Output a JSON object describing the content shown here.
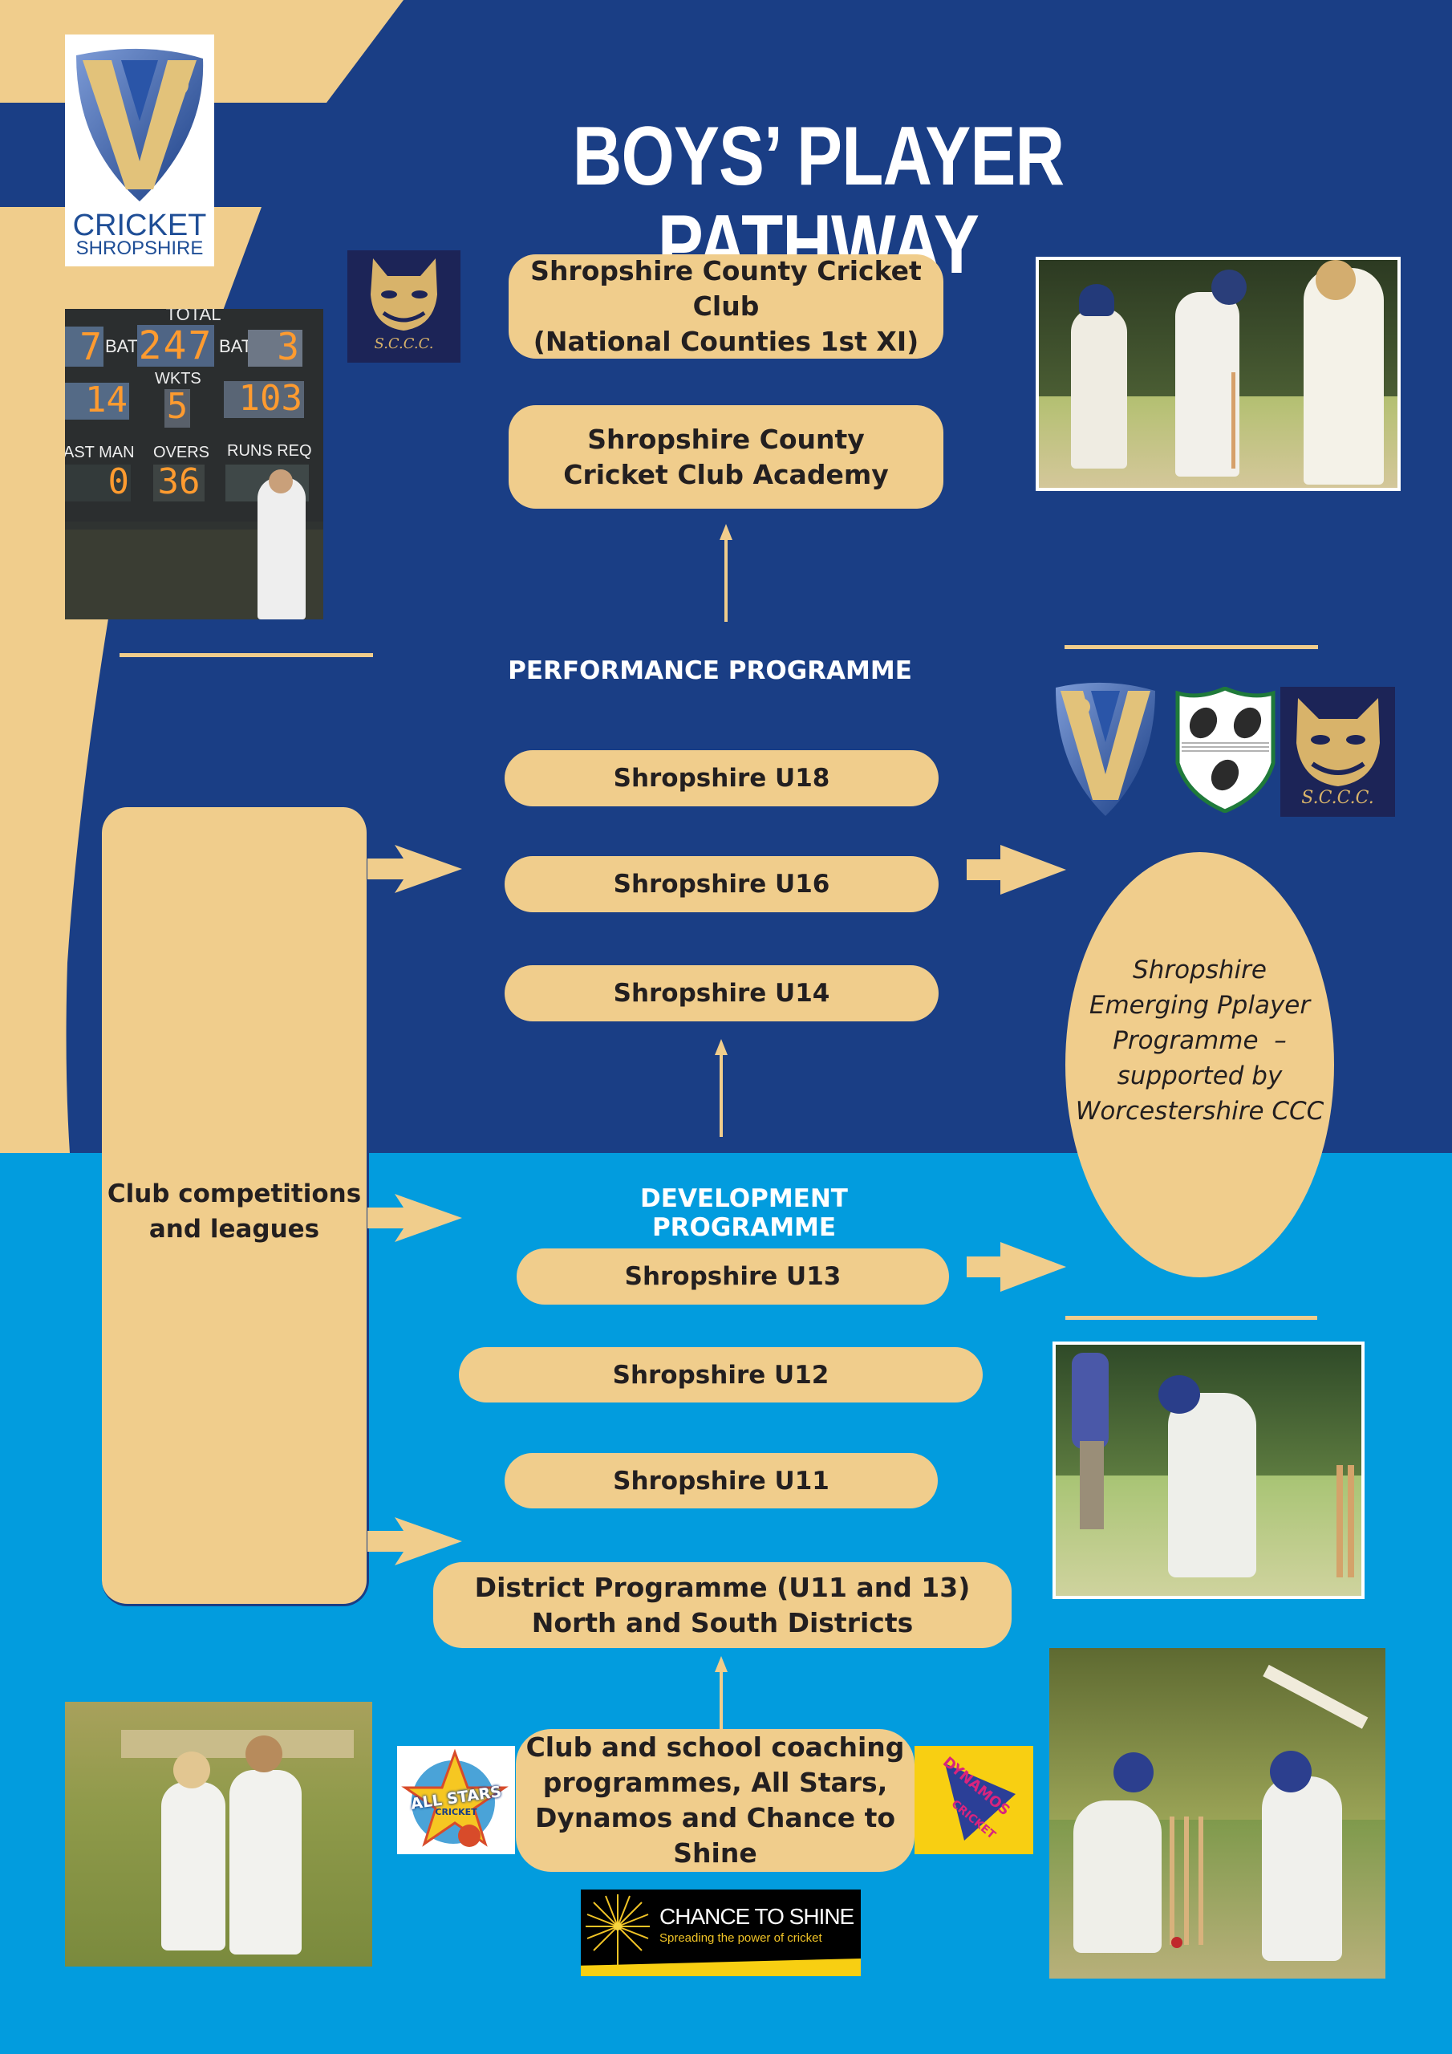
{
  "colors": {
    "dark_blue": "#1a3e85",
    "light_blue": "#029cde",
    "beige": "#f0cd8c",
    "text_dark": "#231f20",
    "white": "#ffffff",
    "navy_logo": "#1c2457"
  },
  "header": {
    "title": "BOYS’ PLAYER PATHWAY",
    "logo": {
      "icon": "cricket-shropshire-shield-icon",
      "line1": "CRICKET",
      "line2": "SHROPSHIRE"
    },
    "sccc_logo": {
      "icon": "sccc-leopard-icon",
      "text": "S.C.C.C."
    }
  },
  "performance": {
    "top_boxes": [
      {
        "line1": "Shropshire County Cricket Club",
        "line2": "(National Counties 1st XI)"
      },
      {
        "line1": "Shropshire County",
        "line2": "Cricket Club Academy"
      }
    ],
    "heading": "PERFORMANCE PROGRAMME",
    "levels": [
      {
        "label": "Shropshire U18"
      },
      {
        "label": "Shropshire U16"
      },
      {
        "label": "Shropshire U14"
      }
    ]
  },
  "development": {
    "heading": "DEVELOPMENT PROGRAMME",
    "levels": [
      {
        "label": "Shropshire U13"
      },
      {
        "label": "Shropshire U12"
      },
      {
        "label": "Shropshire U11"
      }
    ],
    "district": {
      "line1": "District Programme (U11 and 13)",
      "line2": "North and South Districts"
    },
    "coaching": {
      "line1": "Club and school coaching",
      "line2": "programmes, All Stars,",
      "line3": "Dynamos and Chance to Shine"
    }
  },
  "club_box": {
    "line1": "Club competitions",
    "line2": "and leagues"
  },
  "emerging": {
    "line1": "Shropshire",
    "line2": "Emerging Pplayer",
    "line3": "Programme  –",
    "line4": "supported by",
    "line5": "Worcestershire CCC"
  },
  "partner_logos": [
    {
      "icon": "cricket-shropshire-shield-icon"
    },
    {
      "icon": "worcestershire-pears-shield-icon"
    },
    {
      "icon": "sccc-leopard-icon",
      "text": "S.C.C.C."
    }
  ],
  "programme_logos": {
    "all_stars": {
      "icon": "all-stars-cricket-icon",
      "line1": "ALL STARS",
      "line2": "CRICKET"
    },
    "dynamos": {
      "icon": "dynamos-cricket-icon",
      "line1": "DYNAMOS",
      "line2": "CRICKET"
    },
    "chance_to_shine": {
      "icon": "chance-to-shine-icon",
      "title": "CHANCE TO SHINE",
      "tagline": "Spreading the power of cricket"
    }
  },
  "scoreboard": {
    "labels": {
      "total": "TOTAL",
      "bat_left": "BAT",
      "bat_right": "BAT",
      "wkts": "WKTS",
      "last_man": "AST MAN",
      "overs": "OVERS",
      "runs_req": "RUNS REQ"
    },
    "values": {
      "bat_left": "7",
      "total": "247",
      "bat_right": "3",
      "left_mid": "14",
      "wkts": "5",
      "right_mid": "103",
      "last_man": "0",
      "overs": "36"
    }
  },
  "photos": [
    {
      "name": "scoreboard-photo"
    },
    {
      "name": "batting-action-photo-top"
    },
    {
      "name": "batsman-drive-photo"
    },
    {
      "name": "two-boys-photo"
    },
    {
      "name": "batsman-keeper-photo"
    }
  ]
}
